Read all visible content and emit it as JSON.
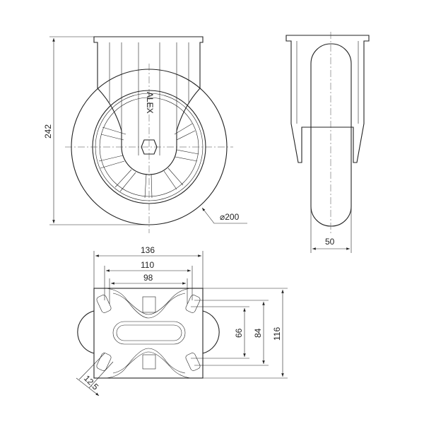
{
  "dimensions": {
    "height": "242",
    "diameter": "⌀200",
    "width_side": "50",
    "plate_width": "136",
    "hole_spacing_x_outer": "110",
    "hole_spacing_x_inner": "98",
    "plate_height": "116",
    "hole_spacing_y_outer": "84",
    "hole_spacing_y_inner": "66",
    "slot_width": "12.5"
  },
  "logo_text": "ALEX"
}
